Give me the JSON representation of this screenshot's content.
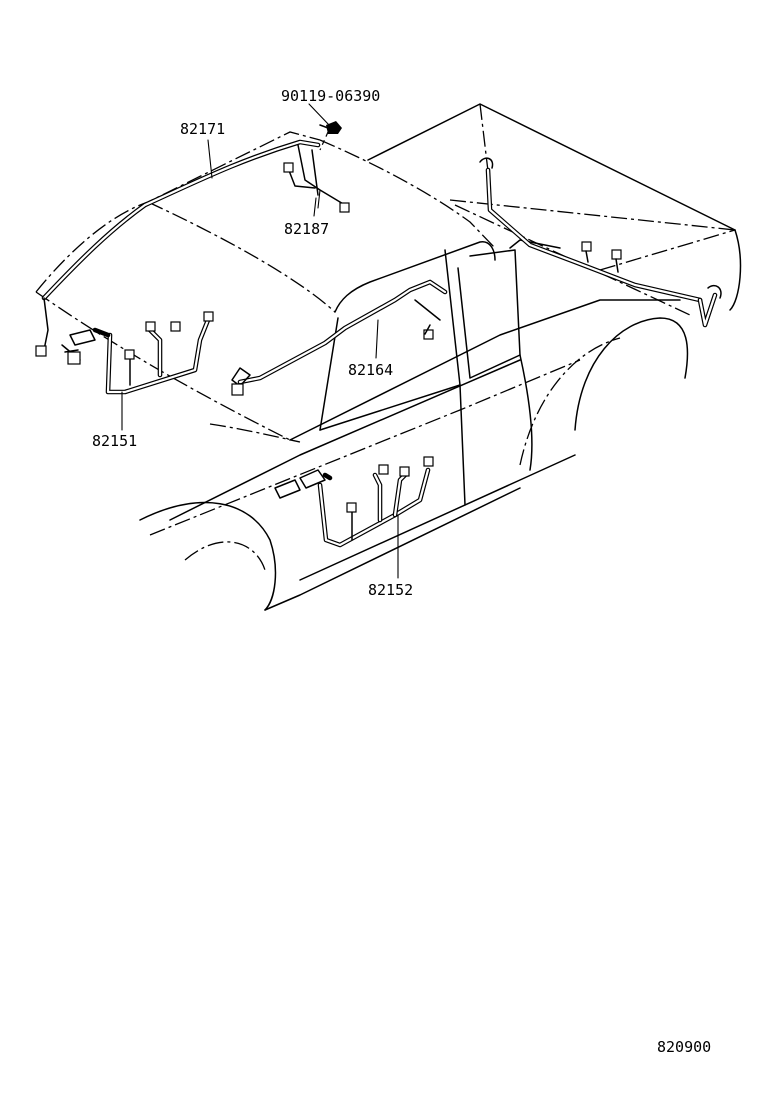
{
  "parts": {
    "bolt": "90119-06390",
    "roof_harness": "82171",
    "roof_sub_harness": "82187",
    "door_harness": "82164",
    "front_harness": "82151",
    "rear_harness": "82152"
  },
  "figure_number": "820900"
}
